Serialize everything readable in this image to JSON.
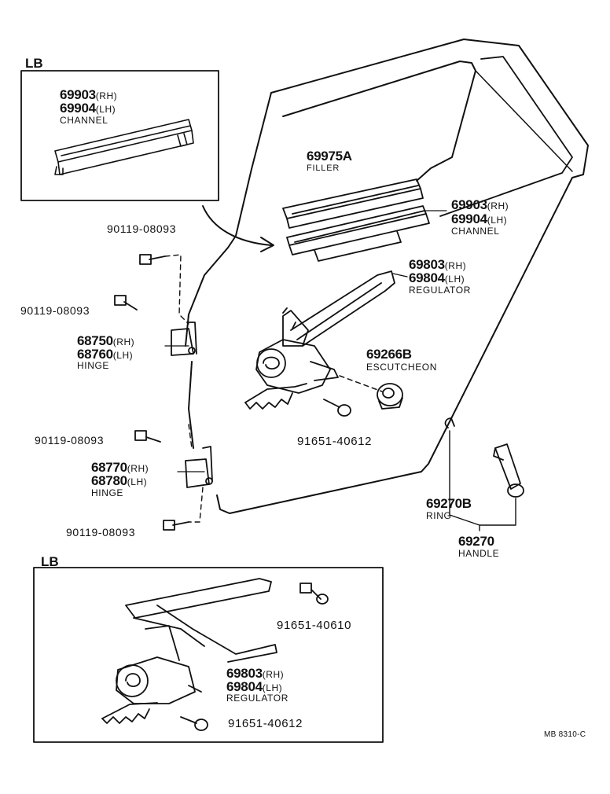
{
  "inset_top": {
    "tag": "LB",
    "channel_rh": "69903",
    "channel_rh_sfx": "(RH)",
    "channel_lh": "69904",
    "channel_lh_sfx": "(LH)",
    "channel_name": "CHANNEL"
  },
  "filler": {
    "number": "69975A",
    "name": "FILLER"
  },
  "channel": {
    "rh": "69903",
    "rh_sfx": "(RH)",
    "lh": "69904",
    "lh_sfx": "(LH)",
    "name": "CHANNEL"
  },
  "regulator": {
    "rh": "69803",
    "rh_sfx": "(RH)",
    "lh": "69804",
    "lh_sfx": "(LH)",
    "name": "REGULATOR"
  },
  "escutcheon": {
    "number": "69266B",
    "name": "ESCUTCHEON"
  },
  "bolts": {
    "hinge_upper_top": "90119-08093",
    "hinge_upper_side": "90119-08093",
    "hinge_lower_top": "90119-08093",
    "hinge_lower_bottom": "90119-08093",
    "regulator_bolt": "91651-40612"
  },
  "hinge_upper": {
    "rh": "68750",
    "rh_sfx": "(RH)",
    "lh": "68760",
    "lh_sfx": "(LH)",
    "name": "HINGE"
  },
  "hinge_lower": {
    "rh": "68770",
    "rh_sfx": "(RH)",
    "lh": "68780",
    "lh_sfx": "(LH)",
    "name": "HINGE"
  },
  "ring": {
    "number": "69270B",
    "name": "RING"
  },
  "handle": {
    "number": "69270",
    "name": "HANDLE"
  },
  "inset_bottom": {
    "tag": "LB",
    "bolt_top": "91651-40610",
    "reg_rh": "69803",
    "reg_rh_sfx": "(RH)",
    "reg_lh": "69804",
    "reg_lh_sfx": "(LH)",
    "reg_name": "REGULATOR",
    "bolt_bottom": "91651-40612"
  },
  "reference": "MB 8310-C"
}
